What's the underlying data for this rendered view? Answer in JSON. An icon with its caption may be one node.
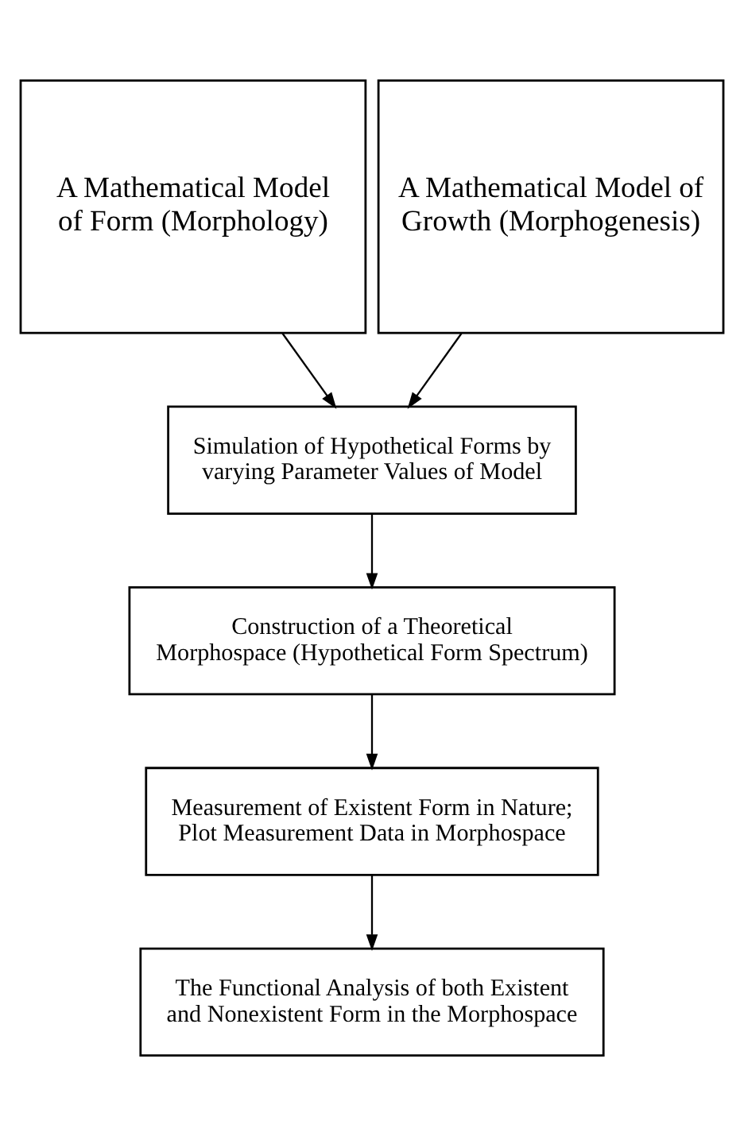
{
  "diagram": {
    "nodes": [
      {
        "text": [
          "A Mathematical Model of Form (Morphology)"
        ]
      },
      {
        "text": [
          "A Mathematical Model of Growth (Morphogenesis)"
        ]
      },
      {
        "text": [
          "Simulation of Hypothetical Forms by varying Parameter Values of Model"
        ]
      },
      {
        "text": [
          "Construction of a Theoretical Morphospace (Hypothetical Form Spectrum)"
        ]
      },
      {
        "text": [
          "Measurement of Existent Form in Nature; Plot Measurement Data in Morphospace"
        ]
      },
      {
        "text": [
          "The Functional Analysis of both Existent and Nonexistent Form in the Morphospace"
        ]
      }
    ],
    "edges": [
      {
        "from": 0,
        "to": 2,
        "arrow": "to"
      },
      {
        "from": 1,
        "to": 2,
        "arrow": "to"
      },
      {
        "from": 2,
        "to": 3,
        "arrow": "to"
      },
      {
        "from": 3,
        "to": 4,
        "arrow": "to"
      },
      {
        "from": 4,
        "to": 5,
        "arrow": "to"
      }
    ]
  }
}
